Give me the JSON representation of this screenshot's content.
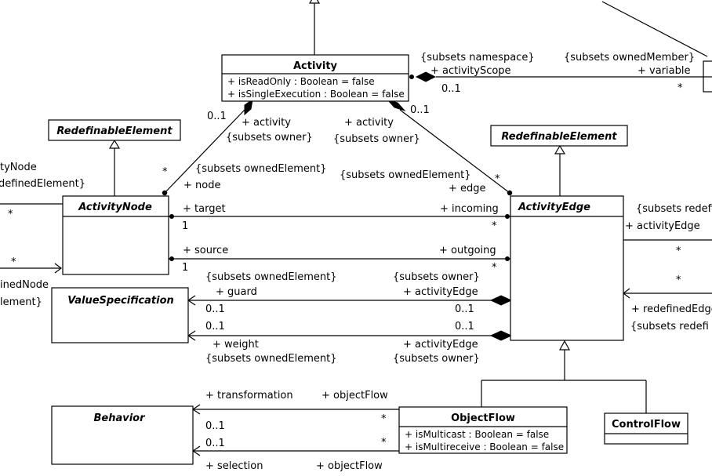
{
  "classes": {
    "activity": {
      "name": "Activity",
      "attributes": [
        "+ isReadOnly : Boolean = false",
        "+ isSingleExecution : Boolean = false"
      ]
    },
    "redefinable_left": {
      "name": "RedefinableElement"
    },
    "redefinable_right": {
      "name": "RedefinableElement"
    },
    "activity_node": {
      "name": "ActivityNode"
    },
    "activity_edge": {
      "name": "ActivityEdge"
    },
    "value_specification": {
      "name": "ValueSpecification"
    },
    "behavior": {
      "name": "Behavior"
    },
    "object_flow": {
      "name": "ObjectFlow",
      "attributes": [
        "+ isMulticast : Boolean = false",
        "+ isMultireceive : Boolean = false"
      ]
    },
    "control_flow": {
      "name": "ControlFlow"
    }
  },
  "labels": {
    "subsets_namespace": "{subsets namespace}",
    "activity_scope": "+ activityScope",
    "mult_0_1_scope": "0..1",
    "subsets_owned_member": "{subsets ownedMember}",
    "variable": "+ variable",
    "mult_star_variable": "*",
    "mult_0_1_node_act": "0..1",
    "activity_role_left": "+ activity",
    "subsets_owner_left": "{subsets owner}",
    "activity_role_right": "+ activity",
    "subsets_owner_right": "{subsets owner}",
    "mult_0_1_edge_act": "0..1",
    "left_partial_1": "tyNode",
    "left_partial_2": "definedElement}",
    "mult_star_node": "*",
    "subsets_owned_element_node": "{subsets ownedElement}",
    "node_role": "+ node",
    "subsets_owned_element_edge": "{subsets ownedElement}",
    "edge_role": "+ edge",
    "mult_star_edge": "*",
    "right_partial_1": "{subsets redefi",
    "right_partial_2": "+ activityEdge",
    "left_star_1": "*",
    "left_star_2": "*",
    "left_partial_3": "inedNode",
    "left_partial_4": "lement}",
    "target": "+ target",
    "mult_1_target": "1",
    "incoming": "+ incoming",
    "mult_star_incoming": "*",
    "source": "+ source",
    "mult_1_source": "1",
    "outgoing": "+ outgoing",
    "mult_star_outgoing": "*",
    "right_star_1": "*",
    "right_star_2": "*",
    "redefined_edge": "+ redefinedEdge",
    "right_partial_3": "{subsets redefi",
    "guard_subsets": "{subsets ownedElement}",
    "guard": "+ guard",
    "mult_guard_left": "0..1",
    "guard_owner": "{subsets owner}",
    "guard_activity_edge": "+ activityEdge",
    "mult_guard_right": "0..1",
    "mult_weight_left": "0..1",
    "mult_weight_right": "0..1",
    "weight": "+ weight",
    "weight_subsets": "{subsets ownedElement}",
    "weight_activity_edge": "+ activityEdge",
    "weight_owner": "{subsets owner}",
    "transformation": "+ transformation",
    "object_flow_role_1": "+ objectFlow",
    "mult_0_1_transformation": "0..1",
    "mult_star_of_1": "*",
    "mult_0_1_selection": "0..1",
    "mult_star_of_2": "*",
    "selection": "+ selection",
    "object_flow_role_2": "+ objectFlow"
  }
}
